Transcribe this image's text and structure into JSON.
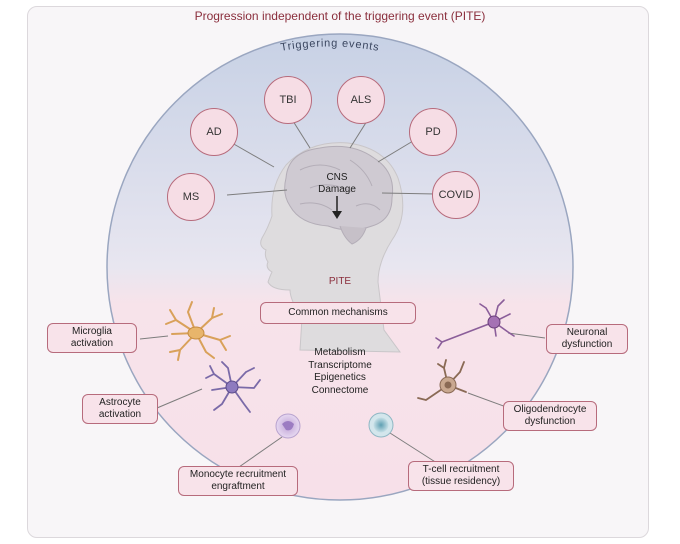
{
  "title": "Progression independent of the triggering event (PITE)",
  "circle_label": "Triggering events",
  "center": {
    "line1": "CNS",
    "line2": "Damage"
  },
  "pite_label": "PITE",
  "common_mechanisms": "Common mechanisms",
  "mechanisms": [
    "Metabolism",
    "Transcriptome",
    "Epigenetics",
    "Connectome"
  ],
  "triggers": [
    "MS",
    "AD",
    "TBI",
    "ALS",
    "PD",
    "COVID"
  ],
  "outcomes": {
    "microglia": [
      "Microglia",
      "activation"
    ],
    "astrocyte": [
      "Astrocyte",
      "activation"
    ],
    "monocyte": [
      "Monocyte recruitment",
      "engraftment"
    ],
    "tcell": [
      "T-cell recruitment",
      "(tissue residency)"
    ],
    "oligo": [
      "Oligodendrocyte",
      "dysfunction"
    ],
    "neuronal": [
      "Neuronal",
      "dysfunction"
    ]
  },
  "colors": {
    "accent": "#8a2e3c",
    "bubble_fill": "#f6dde5",
    "bubble_stroke": "#b76b7c",
    "circle_top": "#c9d3e6",
    "circle_bottom": "#f6dfe8"
  }
}
